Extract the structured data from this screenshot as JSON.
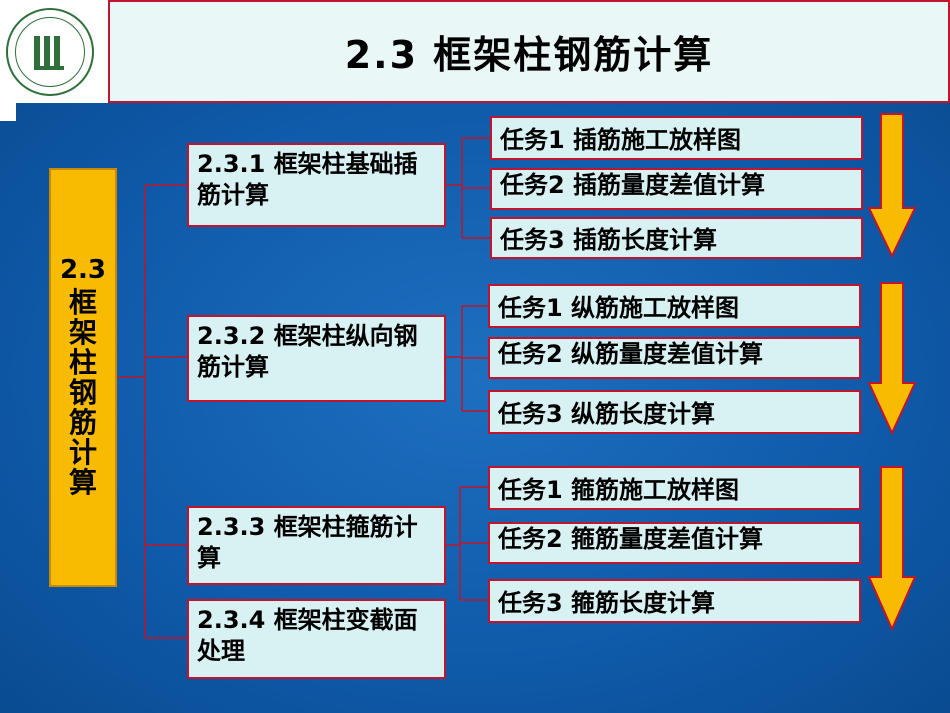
{
  "title": "2.3  框架柱钢筋计算",
  "main_box": {
    "number": "2.3",
    "vertical_text": [
      "框",
      "架",
      "柱",
      "钢",
      "筋",
      "计",
      "算"
    ]
  },
  "sections": [
    {
      "label": "2.3.1  框架柱基础插筋计算"
    },
    {
      "label": "2.3.2  框架柱纵向钢筋计算"
    },
    {
      "label": "2.3.3  框架柱箍筋计算"
    },
    {
      "label": "2.3.4  框架柱变截面处理"
    }
  ],
  "task_groups": [
    {
      "tasks": [
        "任务1  插筋施工放样图",
        "任务2  插筋量度差值计算",
        "任务3  插筋长度计算"
      ]
    },
    {
      "tasks": [
        "任务1  纵筋施工放样图",
        "任务2  纵筋量度差值计算",
        "任务3  纵筋长度计算"
      ]
    },
    {
      "tasks": [
        "任务1  箍筋施工放样图",
        "任务2  箍筋量度差值计算",
        "任务3  箍筋长度计算"
      ]
    }
  ],
  "colors": {
    "title_border": "#c0152c",
    "main_box": "#f8bb00",
    "box_fill": "#d8f1f2",
    "arrow": "#f8bb00",
    "background": "#0f5aa9"
  },
  "icons": [
    "logo-emblem",
    "down-arrow-icon"
  ]
}
